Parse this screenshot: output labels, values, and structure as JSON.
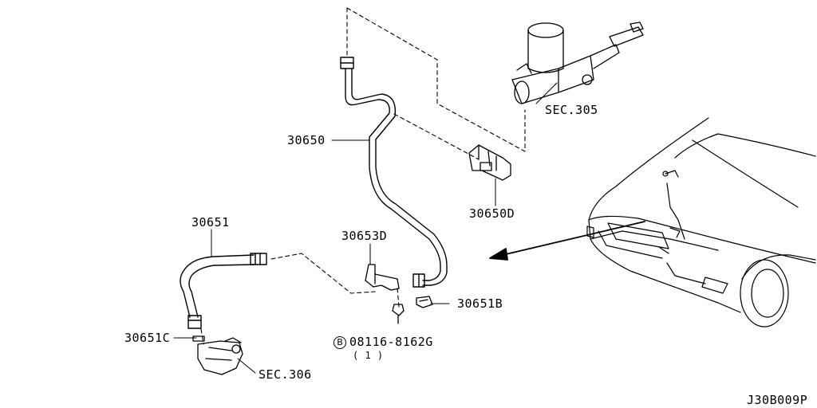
{
  "labels": {
    "p30650": "30650",
    "p30650d": "30650D",
    "p30651": "30651",
    "p30653d": "30653D",
    "p30651b": "30651B",
    "p30651c": "30651C",
    "p_bolt": "08116-8162G",
    "p_bolt_qty": "( 1 )",
    "bolt_badge": "B",
    "sec305": "SEC.305",
    "sec306": "SEC.306",
    "diagram_code": "J30B009P"
  },
  "colors": {
    "line": "#000000",
    "background": "#ffffff"
  }
}
